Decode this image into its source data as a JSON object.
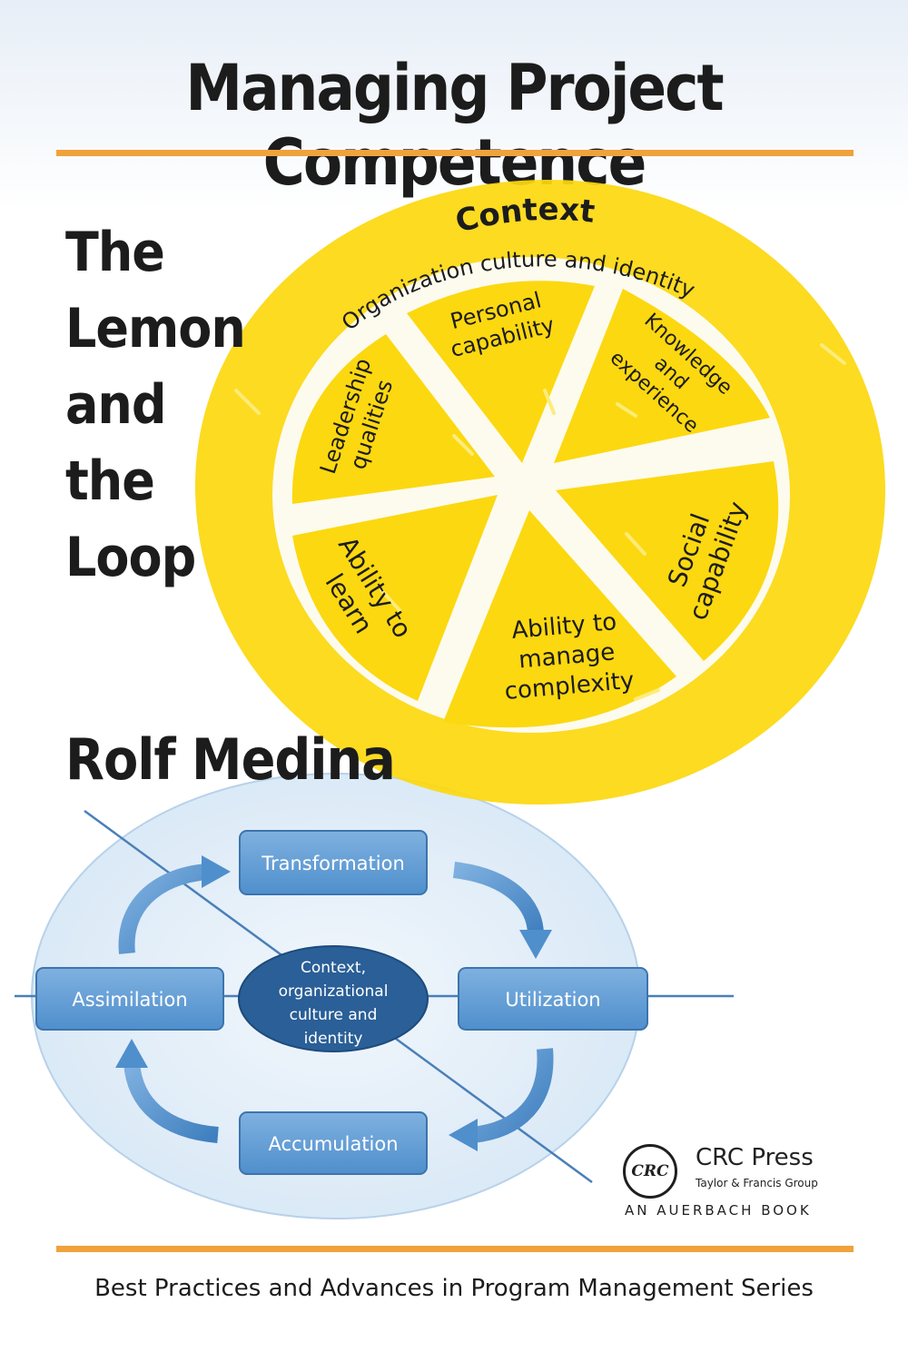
{
  "cover": {
    "title": "Managing Project Competence",
    "subtitle_lines": [
      "The",
      "Lemon",
      "and",
      "the",
      "Loop"
    ],
    "author": "Rolf Medina",
    "series": "Best Practices and Advances in Program Management Series"
  },
  "lemon": {
    "context_label": "Context",
    "rim_label": "Organization culture and identity",
    "segments": {
      "personal_capability": [
        "Personal",
        "capability"
      ],
      "knowledge_experience": [
        "Knowledge",
        "and",
        "experience"
      ],
      "social_capability": [
        "Social",
        "capability"
      ],
      "ability_complexity": [
        "Ability to",
        "manage",
        "complexity"
      ],
      "ability_learn": [
        "Ability to",
        "learn"
      ],
      "leadership": [
        "Leadership",
        "qualities"
      ]
    }
  },
  "loop": {
    "transformation": "Transformation",
    "utilization": "Utilization",
    "accumulation": "Accumulation",
    "assimilation": "Assimilation",
    "center_lines": [
      "Context,",
      "organizational",
      "culture and",
      "identity"
    ]
  },
  "publisher": {
    "logo_text": "CRC",
    "name": "CRC Press",
    "group": "Taylor & Francis Group",
    "imprint": "AN AUERBACH BOOK"
  },
  "colors": {
    "accent_orange": "#f0a23c",
    "lemon_yellow": "#fcd810",
    "loop_blue": "#5b9bd5",
    "center_blue": "#2a5f97"
  }
}
